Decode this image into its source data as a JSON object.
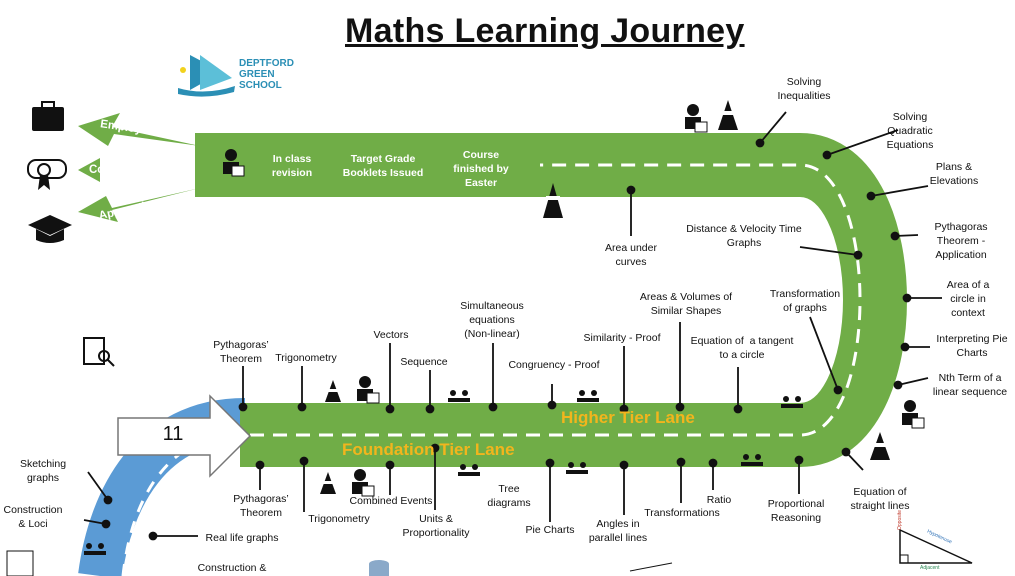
{
  "title": "Maths Learning Journey",
  "school": {
    "line1": "DEPTFORD",
    "line2": "GREEN",
    "line3": "SCHOOL"
  },
  "colors": {
    "road_green": "#70ad47",
    "road_blue": "#5b9bd5",
    "lane_text": "#f2b51d",
    "school_blue": "#2b8fb5"
  },
  "exits": [
    "Employment",
    "College/Sixth Form",
    "Apprenticeships"
  ],
  "start": "11",
  "lanes": {
    "higher": "Higher Tier Lane",
    "foundation": "Foundation Tier Lane"
  },
  "top_road": {
    "in_class_revision": "In class\nrevision",
    "booklets": "Target Grade\nBooklets Issued",
    "course_finished": "Course\nfinished by\nEaster"
  },
  "topics": {
    "solving_inequalities": "Solving\nInequalities",
    "solving_quadratic": "Solving\nQuadratic\nEquations",
    "plans_elevations": "Plans &\nElevations",
    "pythag_application": "Pythagoras\nTheorem -\nApplication",
    "area_circle": "Area of a\ncircle in\ncontext",
    "interpreting_pie": "Interpreting Pie\nCharts",
    "nth_term": "Nth Term of a\nlinear sequence",
    "eq_straight_lines": "Equation of\nstraight lines",
    "area_under_curves": "Area under\ncurves",
    "distance_velocity": "Distance & Velocity Time\nGraphs",
    "transformation_graphs": "Transformation\nof graphs",
    "areas_volumes": "Areas & Volumes of\nSimilar Shapes",
    "simultaneous": "Simultaneous\nequations\n(Non-linear)",
    "similarity_proof": "Similarity - Proof",
    "eq_tangent": "Equation of  a tangent\nto a circle",
    "congruency_proof": "Congruency - Proof",
    "vectors": "Vectors",
    "sequence": "Sequence",
    "pythag_higher": "Pythagoras’\nTheorem",
    "trig_higher": "Trigonometry",
    "pythag_found": "Pythagoras’\nTheorem",
    "trig_found": "Trigonometry",
    "combined_events": "Combined Events",
    "units_prop": "Units &\nProportionality",
    "tree_diagrams": "Tree\ndiagrams",
    "pie_charts": "Pie Charts",
    "angles_parallel": "Angles in\nparallel lines",
    "transformations": "Transformations",
    "ratio": "Ratio",
    "proportional_reasoning": "Proportional\nReasoning",
    "sketching_graphs": "Sketching\ngraphs",
    "construction_loci": "Construction\n& Loci",
    "real_life_graphs": "Real life graphs",
    "construction_bottom": "Construction &"
  },
  "triangle": {
    "hyp": "Hypotenuse",
    "opp": "Opposite",
    "adj": "Adjacent"
  },
  "icons": [
    "briefcase-icon",
    "diploma-icon",
    "graduation-cap-icon",
    "checklist-icon",
    "traffic-cone-icon",
    "teacher-icon",
    "students-desk-icon",
    "school-logo-icon",
    "right-triangle-icon"
  ]
}
